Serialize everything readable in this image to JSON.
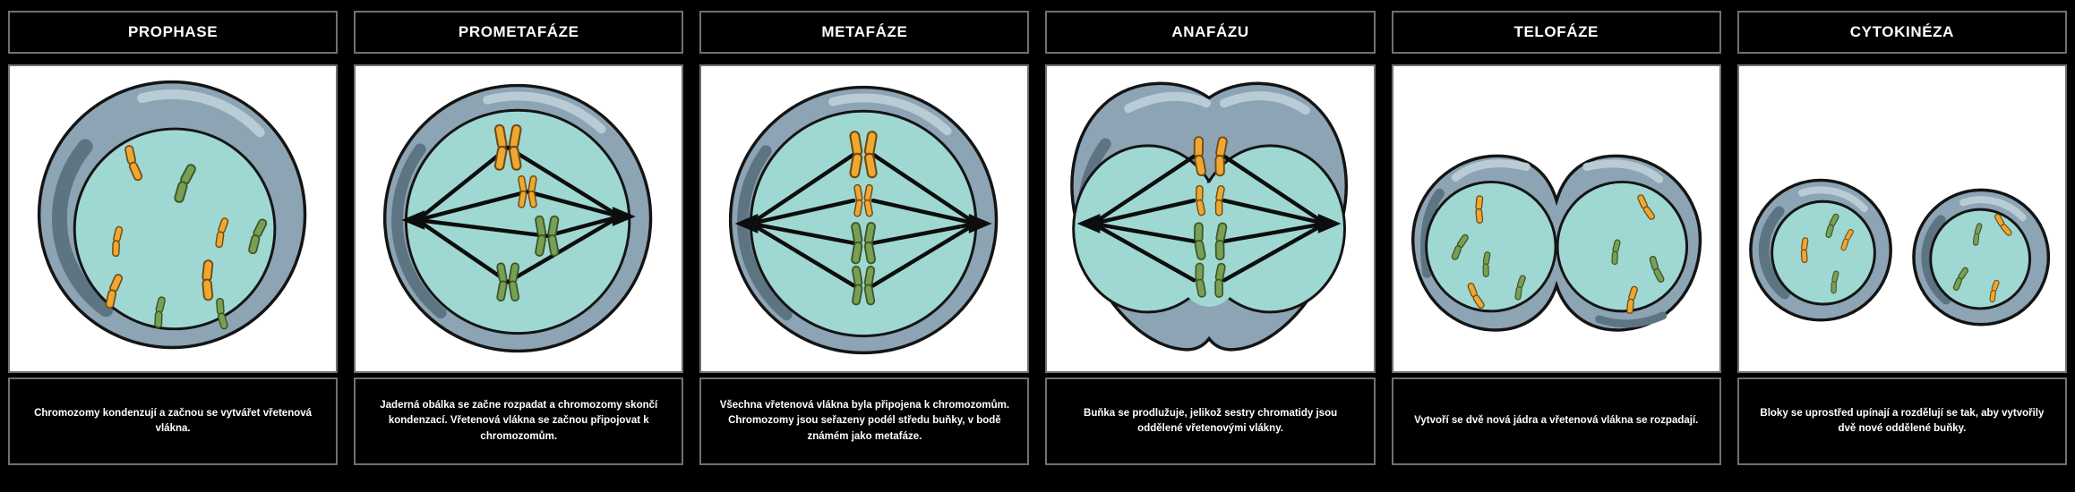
{
  "board": {
    "phases": [
      {
        "title": "PROPHASE",
        "description": "Chromozomy kondenzují a začnou se vytvářet vřetenová vlákna.",
        "illustration": "cell-prophase"
      },
      {
        "title": "PROMETAFÁZE",
        "description": "Jaderná obálka se začne rozpadat a chromozomy skončí kondenzací. Vřetenová vlákna se začnou připojovat k chromozomům.",
        "illustration": "cell-prometaphase"
      },
      {
        "title": "METAFÁZE",
        "description": "Všechna vřetenová vlákna byla připojena k chromozomům. Chromozomy jsou seřazeny podél středu buňky, v bodě známém jako metafáze.",
        "illustration": "cell-metaphase"
      },
      {
        "title": "ANAFÁZU",
        "description": "Buňka se prodlužuje, jelikož sestry chromatidy jsou oddělené vřetenovými vlákny.",
        "illustration": "cell-anaphase"
      },
      {
        "title": "TELOFÁZE",
        "description": "Vytvoří se dvě nová jádra a vřetenová vlákna se rozpadají.",
        "illustration": "cell-telophase"
      },
      {
        "title": "CYTOKINÉZA",
        "description": "Bloky se uprostřed upínají a rozdělují se tak, aby vytvořily dvě nové oddělené buňky.",
        "illustration": "cell-cytokinesis"
      }
    ]
  },
  "colors": {
    "background": "#000000",
    "panel_bg": "#ffffff",
    "frame_border": "#707070",
    "header_bg": "#000000",
    "header_text": "#ffffff",
    "membrane": "#8ca4b4",
    "membrane_shadow": "#5d7483",
    "membrane_highlight": "#b9ccd6",
    "cytoplasm": "#9fd8d3",
    "chromosome_orange": "#f0a731",
    "chromosome_green": "#78a055",
    "spindle": "#0d0d0d"
  }
}
